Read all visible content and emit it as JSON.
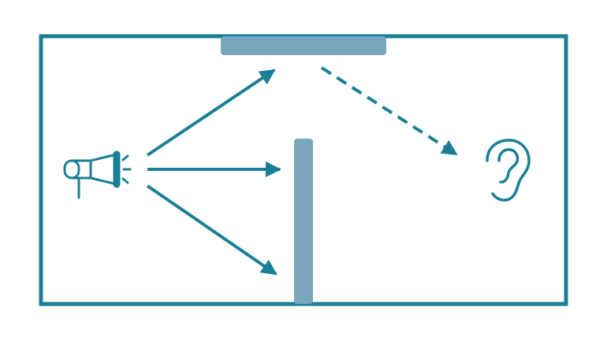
{
  "colors": {
    "background": "#ffffff",
    "wall": "#1a7f94",
    "barrier": "#79a6be",
    "arrow": "#1a7f94",
    "icon": "#1a7f94"
  },
  "diagram": {
    "room": {
      "description": "room-outline"
    },
    "ceiling_panel": {
      "kind": "reflector"
    },
    "barrier_wall": {
      "kind": "partition"
    },
    "source": {
      "icon": "megaphone-icon"
    },
    "listener": {
      "icon": "ear-icon"
    },
    "sound_paths": [
      {
        "id": "upper-ray",
        "style": "solid",
        "target": "ceiling-panel"
      },
      {
        "id": "middle-ray",
        "style": "solid",
        "target": "barrier-wall"
      },
      {
        "id": "lower-ray",
        "style": "solid",
        "target": "barrier-wall"
      },
      {
        "id": "reflected-ray",
        "style": "dashed",
        "target": "listener"
      }
    ]
  }
}
